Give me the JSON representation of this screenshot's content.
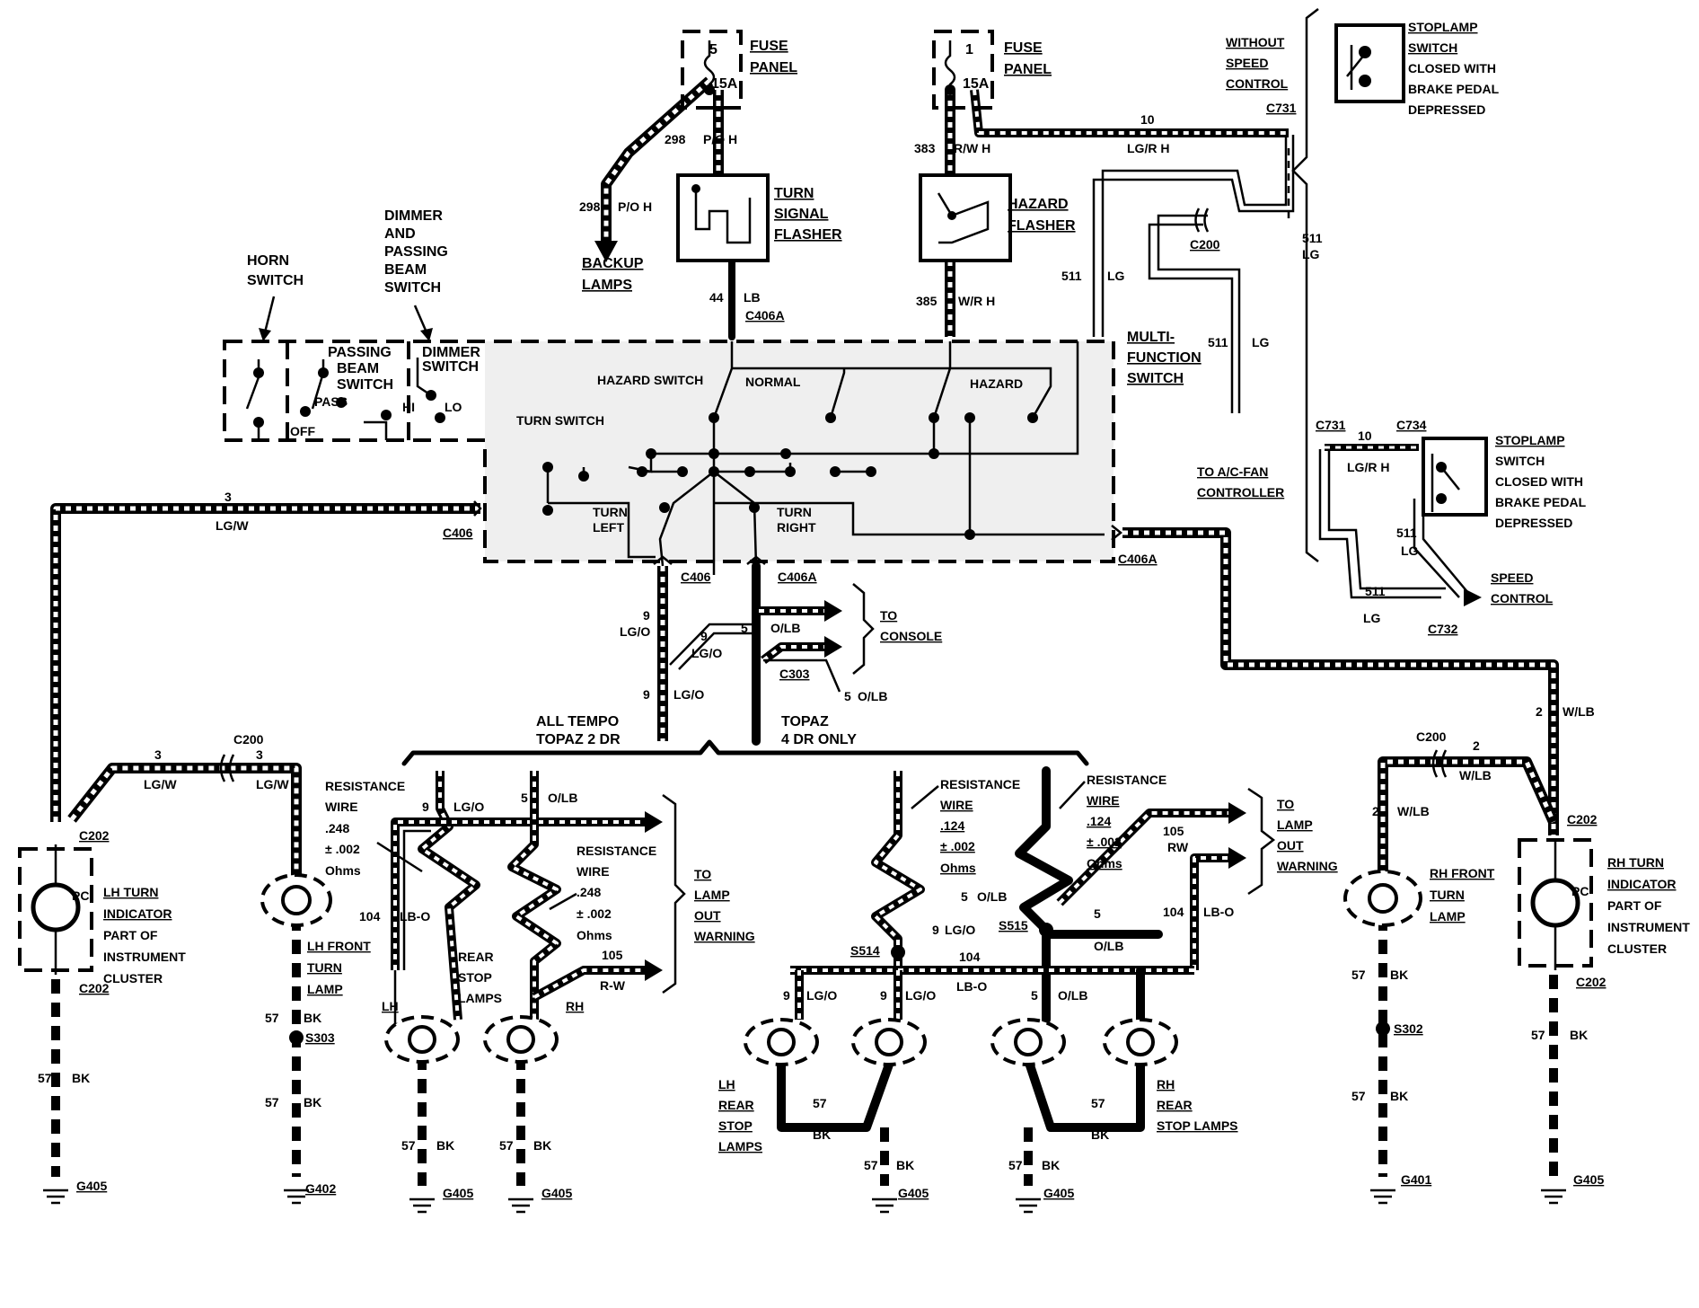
{
  "fuse_left": {
    "number": "5",
    "rating": "15A",
    "label1": "FUSE",
    "label2": "PANEL"
  },
  "fuse_right": {
    "number": "1",
    "rating": "15A",
    "label1": "FUSE",
    "label2": "PANEL"
  },
  "wires_top": {
    "w298a_num": "298",
    "w298a_color": "P/O H",
    "w298b_num": "298",
    "w298b_color": "P/O H",
    "w383_num": "383",
    "w383_color": "R/W H",
    "w10_num": "10",
    "w10_color": "LG/R H",
    "w44_num": "44",
    "w44_color": "LB",
    "w385_num": "385",
    "w385_color": "W/R H",
    "w511a_num": "511",
    "w511a_color": "LG",
    "w511b_num": "511",
    "w511b_color": "LG",
    "w511c_num": "511",
    "w511c_color": "LG"
  },
  "backup_lamps": [
    "BACKUP",
    "LAMPS"
  ],
  "turn_flasher": [
    "TURN",
    "SIGNAL",
    "FLASHER"
  ],
  "hazard_flasher": [
    "HAZARD",
    "FLASHER"
  ],
  "without_speed": [
    "WITHOUT",
    "SPEED",
    "CONTROL"
  ],
  "stoplamp_top": [
    "STOPLAMP",
    "SWITCH",
    "CLOSED WITH",
    "BRAKE PEDAL",
    "DEPRESSED"
  ],
  "stoplamp_right": [
    "STOPLAMP",
    "SWITCH",
    "CLOSED WITH",
    "BRAKE PEDAL",
    "DEPRESSED"
  ],
  "connectors": {
    "c731a": "C731",
    "c731b": "C731",
    "c734": "C734",
    "c200_top": "C200",
    "c732": "C732",
    "c406a_top": "C406A",
    "c406_left": "C406",
    "c406a_right": "C406A",
    "c406_low": "C406",
    "c406a_low": "C406A",
    "c303": "C303",
    "c200_left": "C200",
    "c200_right": "C200",
    "c202_ll": "C202",
    "c202_lu": "C202",
    "c202_rl": "C202",
    "c202_ru": "C202"
  },
  "horn_switch": [
    "HORN",
    "SWITCH"
  ],
  "dimmer_switch": [
    "DIMMER",
    "AND",
    "PASSING",
    "BEAM",
    "SWITCH"
  ],
  "mf_switch": {
    "passing": [
      "PASSING",
      "BEAM",
      "SWITCH"
    ],
    "dimmer": [
      "DIMMER",
      "SWITCH"
    ],
    "pass": "PASS",
    "off": "OFF",
    "hi": "HI",
    "lo": "LO",
    "hazard_switch": "HAZARD SWITCH",
    "normal": "NORMAL",
    "hazard": "HAZARD",
    "turn_switch": "TURN SWITCH",
    "turn_left": [
      "TURN",
      "LEFT"
    ],
    "turn_right": [
      "TURN",
      "RIGHT"
    ],
    "title": [
      "MULTI-",
      "FUNCTION",
      "SWITCH"
    ]
  },
  "ac_fan": [
    "TO A/C-FAN",
    "CONTROLLER"
  ],
  "speed_control": [
    "SPEED",
    "CONTROL"
  ],
  "mid": {
    "w3a_num": "3",
    "w3a_color": "LG/W",
    "w9a_num": "9",
    "w9a_color": "LG/O",
    "w9b_num": "9",
    "w9b_color": "LG/O",
    "w9c_num": "9",
    "w9c_color": "LG/O",
    "w5a_num": "5",
    "w5a_color": "O/LB",
    "w5b_num": "5",
    "w5b_color": "O/LB",
    "to_console": [
      "TO",
      "CONSOLE"
    ],
    "all_tempo": [
      "ALL TEMPO",
      "TOPAZ 2 DR"
    ],
    "topaz": [
      "TOPAZ",
      "4 DR ONLY"
    ],
    "w2_num": "2",
    "w2_color": "W/LB"
  },
  "left_side": {
    "w3b_num": "3",
    "w3b_color": "LG/W",
    "w3c_num": "3",
    "w3c_color": "LG/W",
    "lh_turn": [
      "LH TURN",
      "INDICATOR",
      "PART OF",
      "INSTRUMENT",
      "CLUSTER"
    ],
    "pc": "PC",
    "lh_front": [
      "LH FRONT",
      "TURN",
      "LAMP"
    ],
    "w57a_num": "57",
    "w57a_color": "BK",
    "w57b_num": "57",
    "w57b_color": "BK",
    "w57c_num": "57",
    "w57c_color": "BK",
    "s303": "S303",
    "g405a": "G405",
    "g402": "G402"
  },
  "rear_left": {
    "res1": [
      "RESISTANCE",
      "WIRE",
      ".248",
      "± .002",
      "Ohms"
    ],
    "res2": [
      "RESISTANCE",
      "WIRE",
      ".248",
      "± .002",
      "Ohms"
    ],
    "w9_num": "9",
    "w9_color": "LG/O",
    "w5_num": "5",
    "w5_color": "O/LB",
    "w104_num": "104",
    "w104_color": "LB-O",
    "w105_num": "105",
    "w105_color": "R-W",
    "to_lamp": [
      "TO",
      "LAMP",
      "OUT",
      "WARNING"
    ],
    "rear_stop": [
      "REAR",
      "STOP",
      "LAMPS"
    ],
    "lh": "LH",
    "rh": "RH",
    "w57d_num": "57",
    "w57d_color": "BK",
    "w57e_num": "57",
    "w57e_color": "BK",
    "g405b": "G405",
    "g405c": "G405"
  },
  "rear_right": {
    "res3": [
      "RESISTANCE",
      "WIRE",
      ".124",
      "± .002",
      "Ohms"
    ],
    "res4": [
      "RESISTANCE",
      "WIRE",
      ".124",
      "± .002",
      "Ohms"
    ],
    "to_lamp": [
      "TO",
      "LAMP",
      "OUT",
      "WARNING"
    ],
    "w105_num": "105",
    "w105_color": "RW",
    "w104_num": "104",
    "w104_color": "LB-O",
    "w5_num": "5",
    "w5_color": "O/LB",
    "w9_num": "9",
    "w9_color": "LG/O",
    "w5b_num": "5",
    "w5b_color": "O/LB",
    "s514": "S514",
    "s515": "S515",
    "w104b_num": "104",
    "w104b_color": "LB-O",
    "w9d_num": "9",
    "w9d_color": "LG/O",
    "w9e_num": "9",
    "w9e_color": "LG/O",
    "w5c_num": "5",
    "w5c_color": "O/LB",
    "lh_rear": [
      "LH",
      "REAR",
      "STOP",
      "LAMPS"
    ],
    "rh_rear": [
      "RH",
      "REAR",
      "STOP LAMPS"
    ],
    "w57f_num": "57",
    "w57f_color": "BK",
    "w57g_num": "57",
    "w57g_color": "BK",
    "w57h_num": "57",
    "w57h_color": "BK",
    "w57i_num": "57",
    "w57i_color": "BK",
    "g405d": "G405",
    "g405e": "G405"
  },
  "right_side": {
    "w2b_num": "2",
    "w2b_color": "W/LB",
    "w2c_num": "2",
    "w2c_color": "W/LB",
    "rh_front": [
      "RH FRONT",
      "TURN",
      "LAMP"
    ],
    "rh_turn": [
      "RH TURN",
      "INDICATOR",
      "PART OF",
      "INSTRUMENT",
      "CLUSTER"
    ],
    "pc": "PC",
    "w57j_num": "57",
    "w57j_color": "BK",
    "w57k_num": "57",
    "w57k_color": "BK",
    "w57l_num": "57",
    "w57l_color": "BK",
    "s302": "S302",
    "g401": "G401",
    "g405f": "G405"
  }
}
